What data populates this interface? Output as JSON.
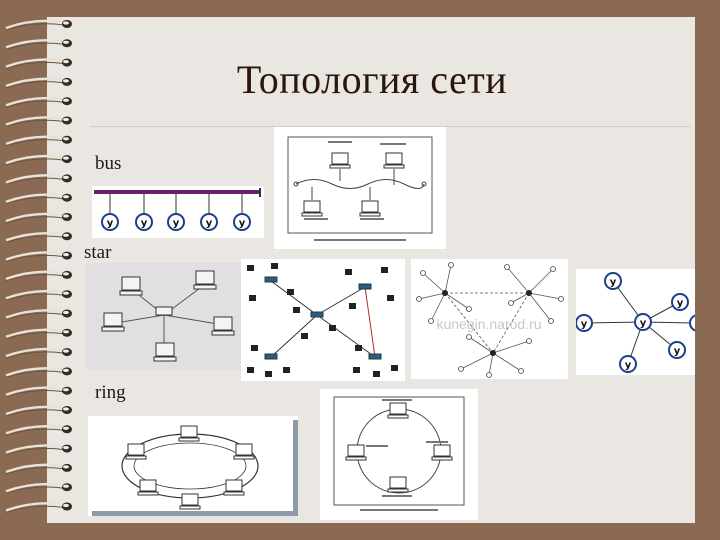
{
  "slide": {
    "title": "Топология сети",
    "labels": {
      "bus": "bus",
      "star": "star",
      "ring": "ring"
    }
  },
  "node_letter": "у",
  "watermark": "kunegin.narod.ru"
}
